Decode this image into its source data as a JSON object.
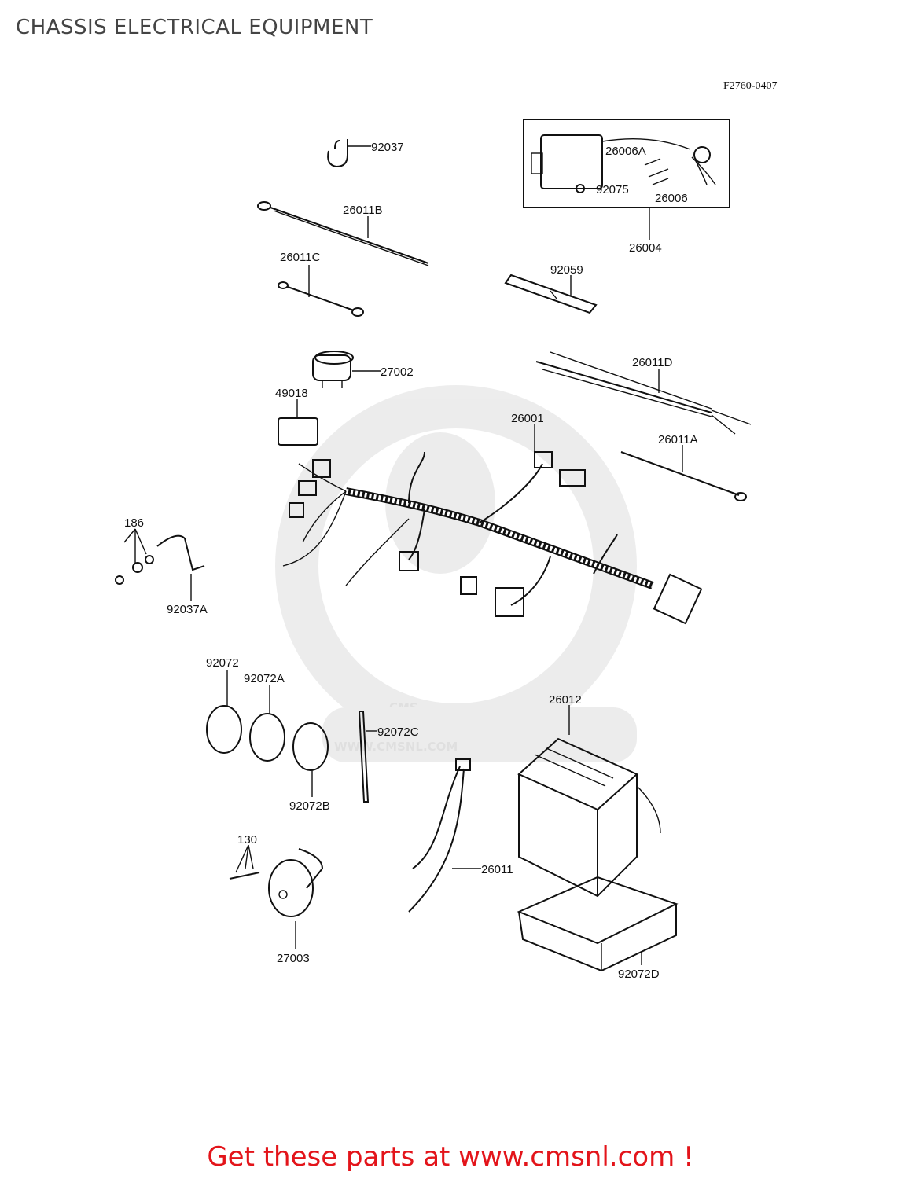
{
  "title": "CHASSIS ELECTRICAL EQUIPMENT",
  "drawing_code": "F2760-0407",
  "watermark": {
    "brand": "CMS",
    "url": "WWW.CMSNL.COM"
  },
  "footer": "Get these parts at www.cmsnl.com !",
  "parts": [
    {
      "id": "92037"
    },
    {
      "id": "26011B"
    },
    {
      "id": "26011C"
    },
    {
      "id": "26006A"
    },
    {
      "id": "92075"
    },
    {
      "id": "26006"
    },
    {
      "id": "26004"
    },
    {
      "id": "92059"
    },
    {
      "id": "27002"
    },
    {
      "id": "49018"
    },
    {
      "id": "26011D"
    },
    {
      "id": "26001"
    },
    {
      "id": "26011A"
    },
    {
      "id": "186"
    },
    {
      "id": "92037A"
    },
    {
      "id": "92072"
    },
    {
      "id": "92072A"
    },
    {
      "id": "92072C"
    },
    {
      "id": "26012"
    },
    {
      "id": "92072B"
    },
    {
      "id": "130"
    },
    {
      "id": "26011"
    },
    {
      "id": "27003"
    },
    {
      "id": "92072D"
    }
  ]
}
